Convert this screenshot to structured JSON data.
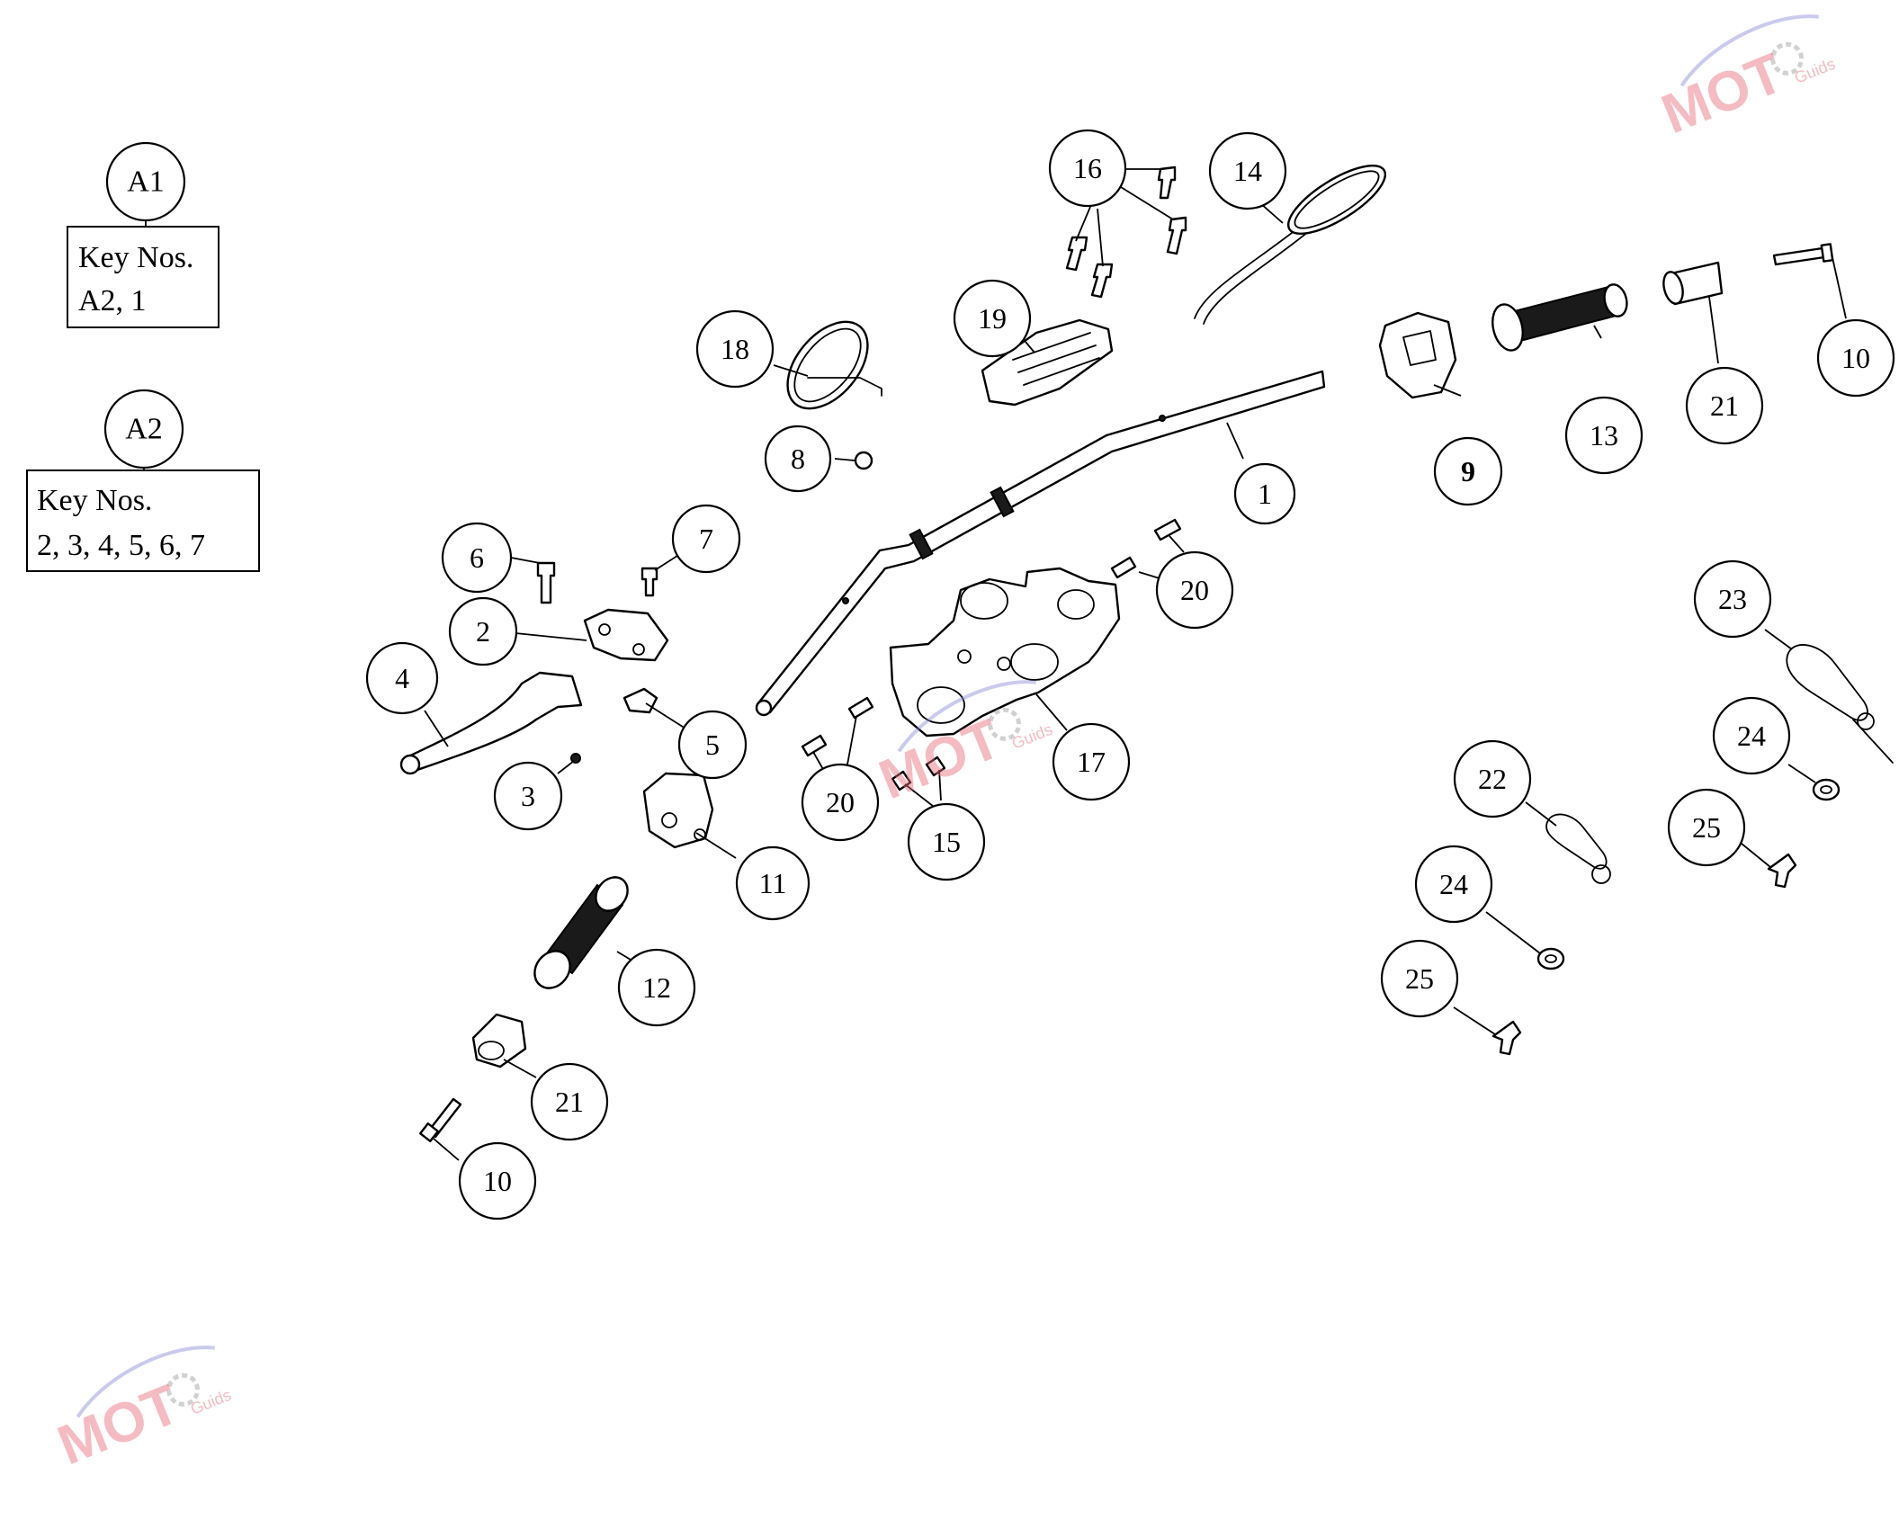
{
  "key_boxes": [
    {
      "circle_label": "A1",
      "title": "Key Nos.",
      "items": "A2, 1"
    },
    {
      "circle_label": "A2",
      "title": "Key Nos.",
      "items": "2, 3, 4, 5, 6, 7"
    }
  ],
  "callouts": [
    {
      "id": "c1",
      "label": "1"
    },
    {
      "id": "c2",
      "label": "2"
    },
    {
      "id": "c3",
      "label": "3"
    },
    {
      "id": "c4",
      "label": "4"
    },
    {
      "id": "c5",
      "label": "5"
    },
    {
      "id": "c6",
      "label": "6"
    },
    {
      "id": "c7",
      "label": "7"
    },
    {
      "id": "c8",
      "label": "8"
    },
    {
      "id": "c9",
      "label": "9"
    },
    {
      "id": "c10a",
      "label": "10"
    },
    {
      "id": "c10b",
      "label": "10"
    },
    {
      "id": "c11",
      "label": "11"
    },
    {
      "id": "c12",
      "label": "12"
    },
    {
      "id": "c13",
      "label": "13"
    },
    {
      "id": "c14",
      "label": "14"
    },
    {
      "id": "c15",
      "label": "15"
    },
    {
      "id": "c16",
      "label": "16"
    },
    {
      "id": "c17",
      "label": "17"
    },
    {
      "id": "c18",
      "label": "18"
    },
    {
      "id": "c19",
      "label": "19"
    },
    {
      "id": "c20a",
      "label": "20"
    },
    {
      "id": "c20b",
      "label": "20"
    },
    {
      "id": "c21a",
      "label": "21"
    },
    {
      "id": "c21b",
      "label": "21"
    },
    {
      "id": "c22",
      "label": "22"
    },
    {
      "id": "c23",
      "label": "23"
    },
    {
      "id": "c24a",
      "label": "24"
    },
    {
      "id": "c24b",
      "label": "24"
    },
    {
      "id": "c25a",
      "label": "25"
    },
    {
      "id": "c25b",
      "label": "25"
    }
  ],
  "watermark": {
    "main": "MOT",
    "sub": "Guids"
  }
}
